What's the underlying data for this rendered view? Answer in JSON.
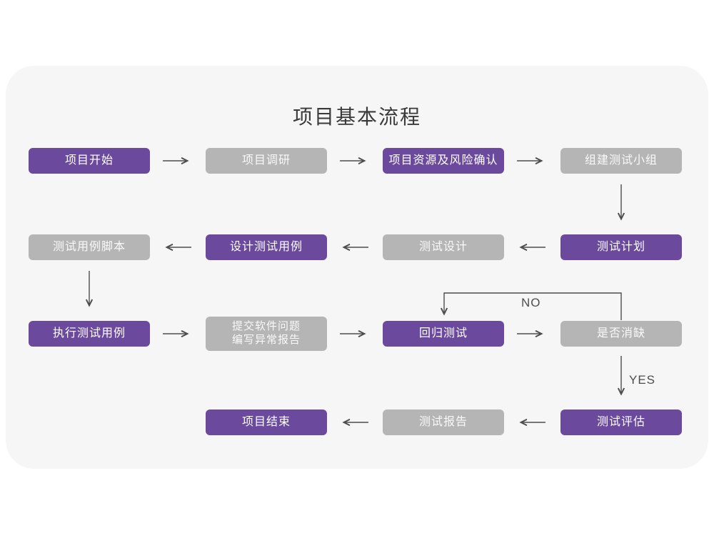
{
  "title": "项目基本流程",
  "flow": {
    "nodes": [
      {
        "id": "project-start",
        "label": "项目开始",
        "variant": "purple"
      },
      {
        "id": "project-research",
        "label": "项目调研",
        "variant": "gray"
      },
      {
        "id": "resources-risk",
        "label": "项目资源及风险确认",
        "variant": "purple"
      },
      {
        "id": "build-test-team",
        "label": "组建测试小组",
        "variant": "gray"
      },
      {
        "id": "test-plan",
        "label": "测试计划",
        "variant": "purple"
      },
      {
        "id": "test-design",
        "label": "测试设计",
        "variant": "gray"
      },
      {
        "id": "design-test-cases",
        "label": "设计测试用例",
        "variant": "purple"
      },
      {
        "id": "test-case-scripts",
        "label": "测试用例脚本",
        "variant": "gray"
      },
      {
        "id": "execute-test-cases",
        "label": "执行测试用例",
        "variant": "purple"
      },
      {
        "id": "submit-issues",
        "label": "提交软件问题",
        "label2": "编写异常报告",
        "variant": "gray"
      },
      {
        "id": "regression-test",
        "label": "回归测试",
        "variant": "purple"
      },
      {
        "id": "defect-cleared",
        "label": "是否消缺",
        "variant": "gray"
      },
      {
        "id": "test-evaluation",
        "label": "测试评估",
        "variant": "purple"
      },
      {
        "id": "test-report",
        "label": "测试报告",
        "variant": "gray"
      },
      {
        "id": "project-end",
        "label": "项目结束",
        "variant": "purple"
      }
    ],
    "branch_labels": {
      "no": "NO",
      "yes": "YES"
    }
  },
  "colors": {
    "purple": "#6b4a9e",
    "gray": "#b5b5b5",
    "arrow": "#4d4d4d",
    "card_background": "#f6f6f7",
    "title_text": "#3a3a3a"
  }
}
